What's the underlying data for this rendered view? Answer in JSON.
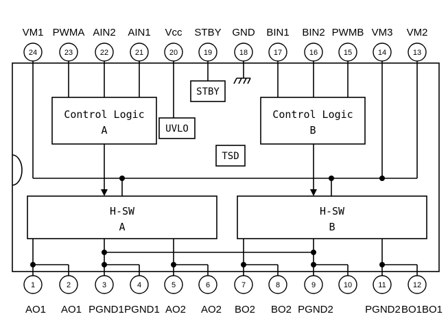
{
  "top_pins": [
    {
      "num": "24",
      "label": "VM1"
    },
    {
      "num": "23",
      "label": "PWMA"
    },
    {
      "num": "22",
      "label": "AIN2"
    },
    {
      "num": "21",
      "label": "AIN1"
    },
    {
      "num": "20",
      "label": "Vcc"
    },
    {
      "num": "19",
      "label": "STBY"
    },
    {
      "num": "18",
      "label": "GND"
    },
    {
      "num": "17",
      "label": "BIN1"
    },
    {
      "num": "16",
      "label": "BIN2"
    },
    {
      "num": "15",
      "label": "PWMB"
    },
    {
      "num": "14",
      "label": "VM3"
    },
    {
      "num": "13",
      "label": "VM2"
    }
  ],
  "bottom_pins": [
    {
      "num": "1",
      "label": "AO1"
    },
    {
      "num": "2",
      "label": "AO1"
    },
    {
      "num": "3",
      "label": "PGND1"
    },
    {
      "num": "4",
      "label": "PGND1"
    },
    {
      "num": "5",
      "label": "AO2"
    },
    {
      "num": "6",
      "label": "AO2"
    },
    {
      "num": "7",
      "label": "BO2"
    },
    {
      "num": "8",
      "label": "BO2"
    },
    {
      "num": "9",
      "label": "PGND2"
    },
    {
      "num": "10",
      "label": ""
    },
    {
      "num": "11",
      "label": "PGND2"
    },
    {
      "num": "12",
      "label": "BO1"
    },
    {
      "extra_label": "BO1"
    }
  ],
  "blocks": {
    "control_a": {
      "line1": "Control Logic",
      "line2": "A"
    },
    "control_b": {
      "line1": "Control Logic",
      "line2": "B"
    },
    "hsw_a": {
      "line1": "H-SW",
      "line2": "A"
    },
    "hsw_b": {
      "line1": "H-SW",
      "line2": "B"
    },
    "stby": "STBY",
    "uvlo": "UVLO",
    "tsd": "TSD"
  }
}
